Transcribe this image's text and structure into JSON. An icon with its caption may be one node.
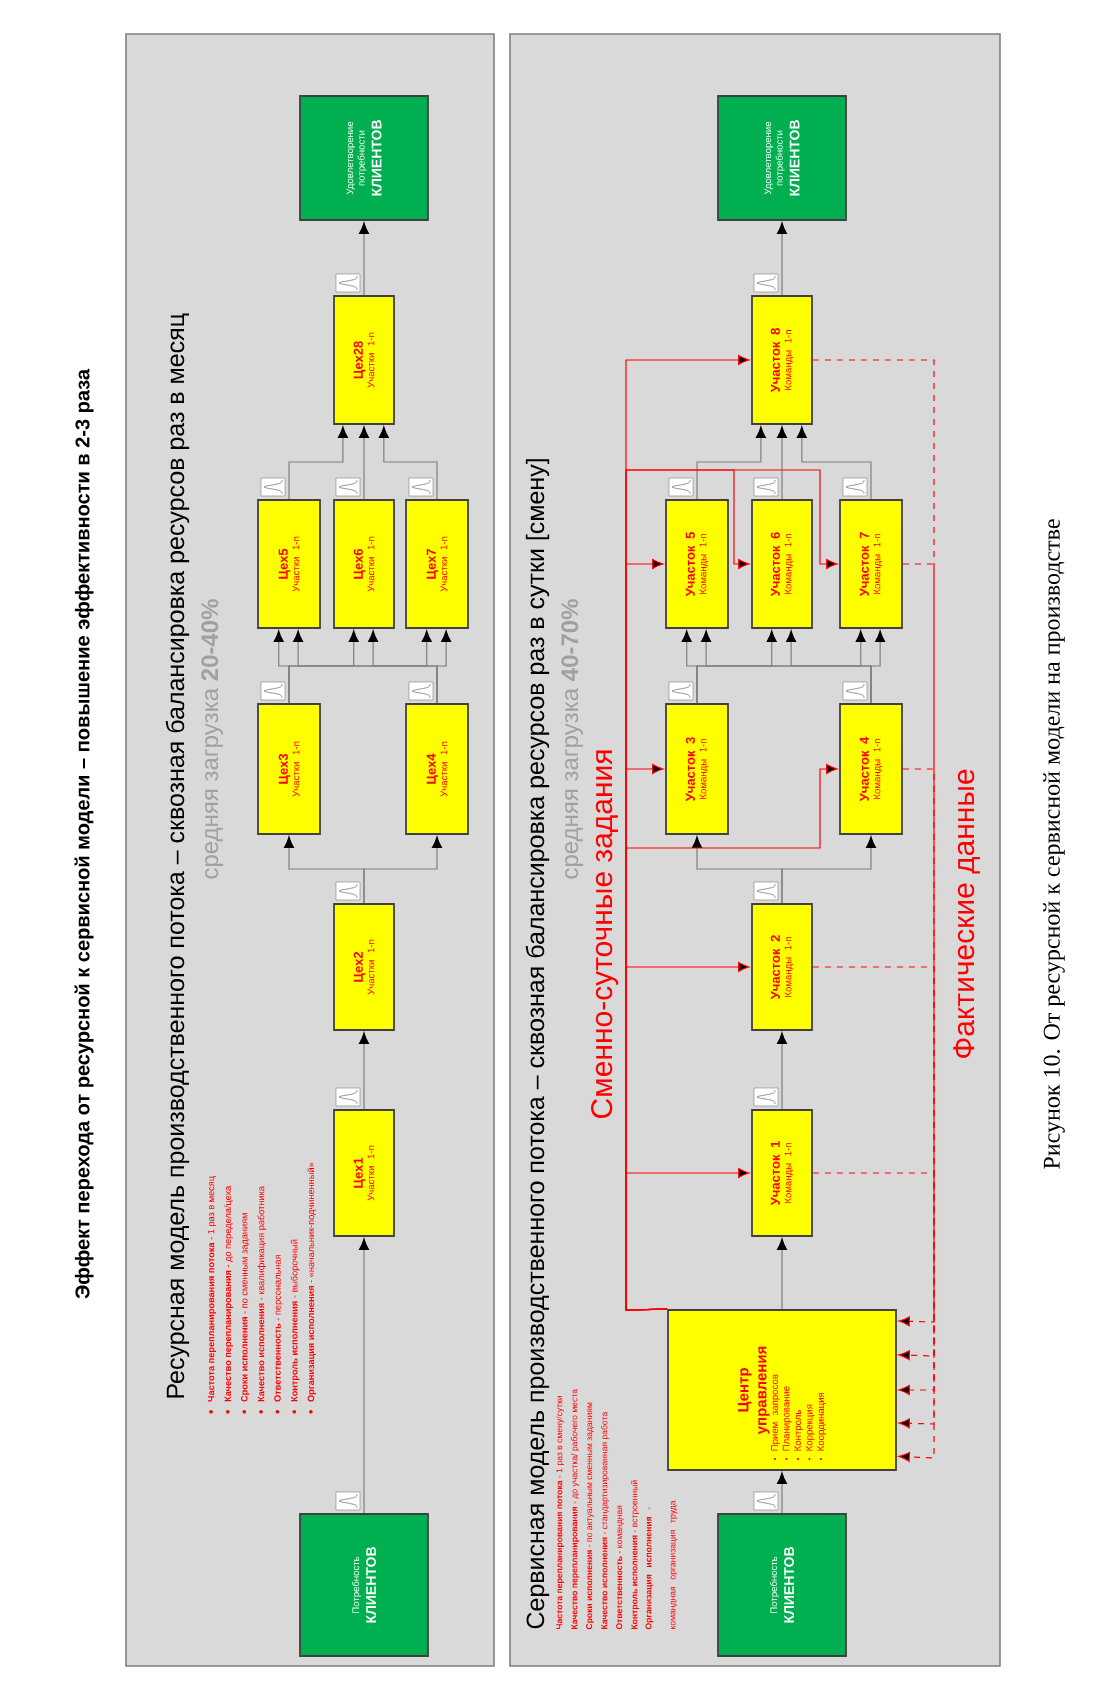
{
  "diagram": {
    "title": "Эффект перехода от ресурсной к сервисной модели – повышение эффективности в 2-3 раза",
    "caption": "Рисунок 10. От ресурсной к сервисной модели на производстве",
    "nodes": [
      {
        "text": [
          "Ресурсная модель производственного потока – сквозная балансировка ресурсов раз в месяц",
          "средняя загрузка **20-40%**"
        ]
      },
      {
        "text": [
          "Потребность",
          "КЛИЕНТОВ"
        ],
        "in": 0
      },
      {
        "text": [
          "Цех1",
          "Участки 1-n"
        ],
        "in": 0
      },
      {
        "text": [
          "Цех2",
          "Участки 1-n"
        ],
        "in": 0
      },
      {
        "text": [
          "Цех3",
          "Участки 1-n"
        ],
        "in": 0
      },
      {
        "text": [
          "Цех4",
          "Участки 1-n"
        ],
        "in": 0
      },
      {
        "text": [
          "Цех5",
          "Участки 1-n"
        ],
        "in": 0
      },
      {
        "text": [
          "Цех6",
          "Участки 1-n"
        ],
        "in": 0
      },
      {
        "text": [
          "Цех7",
          "Участки 1-n"
        ],
        "in": 0
      },
      {
        "text": [
          "Цех28",
          "Участки 1-n"
        ],
        "in": 0
      },
      {
        "text": [
          "Удовлетворение потребности",
          "КЛИЕНТОВ"
        ],
        "in": 0
      },
      {
        "text": [
          "Сервисная модель производственного потока – сквозная балансировка ресурсов раз в сутки [смену]",
          "средняя загрузка **40-70%**"
        ]
      },
      {
        "text": [
          "Потребность",
          "КЛИЕНТОВ"
        ],
        "in": 11
      },
      {
        "text": [
          "Центр управления",
          "Прием запросов",
          "Планирование",
          "Контроль",
          "Коррекция",
          "Координация"
        ],
        "in": 11
      },
      {
        "text": [
          "Участок 1",
          "Команды 1-n"
        ],
        "in": 11
      },
      {
        "text": [
          "Участок 2",
          "Команды 1-n"
        ],
        "in": 11
      },
      {
        "text": [
          "Участок 3",
          "Команды 1-n"
        ],
        "in": 11
      },
      {
        "text": [
          "Участок 4",
          "Команды 1-n"
        ],
        "in": 11
      },
      {
        "text": [
          "Участок 5",
          "Команды 1-n"
        ],
        "in": 11
      },
      {
        "text": [
          "Участок 6",
          "Команды 1-n"
        ],
        "in": 11
      },
      {
        "text": [
          "Участок 7",
          "Команды 1-n"
        ],
        "in": 11
      },
      {
        "text": [
          "Участок 8",
          "Команды 1-n"
        ],
        "in": 11
      },
      {
        "text": [
          "Удовлетворение потребности",
          "КЛИЕНТОВ"
        ],
        "in": 11
      }
    ],
    "edges": [
      {
        "from": 1,
        "to": 2,
        "arrow": "to"
      },
      {
        "from": 2,
        "to": 3,
        "arrow": "to"
      },
      {
        "from": 3,
        "to": 4,
        "arrow": "to"
      },
      {
        "from": 3,
        "to": 5,
        "arrow": "to"
      },
      {
        "from": 4,
        "to": 6,
        "arrow": "to"
      },
      {
        "from": 4,
        "to": 7,
        "arrow": "to"
      },
      {
        "from": 4,
        "to": 8,
        "arrow": "to"
      },
      {
        "from": 5,
        "to": 6,
        "arrow": "to"
      },
      {
        "from": 5,
        "to": 7,
        "arrow": "to"
      },
      {
        "from": 5,
        "to": 8,
        "arrow": "to"
      },
      {
        "from": 6,
        "to": 9,
        "arrow": "to"
      },
      {
        "from": 7,
        "to": 9,
        "arrow": "to"
      },
      {
        "from": 8,
        "to": 9,
        "arrow": "to"
      },
      {
        "from": 9,
        "to": 10,
        "arrow": "to"
      },
      {
        "from": 12,
        "to": 13,
        "arrow": "to"
      },
      {
        "from": 13,
        "to": 14,
        "arrow": "to"
      },
      {
        "from": 14,
        "to": 15,
        "arrow": "to"
      },
      {
        "from": 15,
        "to": 16,
        "arrow": "to"
      },
      {
        "from": 15,
        "to": 17,
        "arrow": "to"
      },
      {
        "from": 16,
        "to": 18,
        "arrow": "to"
      },
      {
        "from": 16,
        "to": 19,
        "arrow": "to"
      },
      {
        "from": 16,
        "to": 20,
        "arrow": "to"
      },
      {
        "from": 17,
        "to": 18,
        "arrow": "to"
      },
      {
        "from": 17,
        "to": 19,
        "arrow": "to"
      },
      {
        "from": 17,
        "to": 20,
        "arrow": "to"
      },
      {
        "from": 18,
        "to": 21,
        "arrow": "to"
      },
      {
        "from": 19,
        "to": 21,
        "arrow": "to"
      },
      {
        "from": 20,
        "to": 21,
        "arrow": "to"
      },
      {
        "from": 21,
        "to": 22,
        "arrow": "to"
      },
      {
        "from": 13,
        "to": 14,
        "arrow": "to",
        "color": "#ff0000"
      },
      {
        "from": 13,
        "to": 15,
        "arrow": "to",
        "color": "#ff0000"
      },
      {
        "from": 13,
        "to": 16,
        "arrow": "to",
        "color": "#ff0000"
      },
      {
        "from": 13,
        "to": 17,
        "arrow": "to",
        "color": "#ff0000"
      },
      {
        "from": 13,
        "to": 18,
        "arrow": "to",
        "color": "#ff0000"
      },
      {
        "from": 13,
        "to": 19,
        "arrow": "to",
        "color": "#ff0000"
      },
      {
        "from": 13,
        "to": 20,
        "arrow": "to",
        "color": "#ff0000"
      },
      {
        "from": 13,
        "to": 21,
        "arrow": "to",
        "color": "#ff0000"
      },
      {
        "from": 14,
        "to": 13,
        "arrow": "to",
        "style": "dashed",
        "color": "#ff0000"
      },
      {
        "from": 15,
        "to": 13,
        "arrow": "to",
        "style": "dashed",
        "color": "#ff0000"
      },
      {
        "from": 17,
        "to": 13,
        "arrow": "to",
        "style": "dashed",
        "color": "#ff0000"
      },
      {
        "from": 20,
        "to": 13,
        "arrow": "to",
        "style": "dashed",
        "color": "#ff0000"
      },
      {
        "from": 21,
        "to": 13,
        "arrow": "to",
        "style": "dashed",
        "color": "#ff0000"
      }
    ],
    "labels": [
      "**Частота перепланирования потока** - 1 раз в месяц",
      "**Качество перепланирования** - до передела/цеха",
      "**Сроки исполнения** - по сменным заданиям",
      "**Качество исполнения** - квалификация работника",
      "**Ответственность** - персональная",
      "**Контроль исполнения** - выборочный",
      "**Организация исполнения** - «начальник-подчиненный»",
      "**Частота перепланирования потока** - 1 раз в смену/сутки",
      "**Качество перепланирования** - до участка/ рабочего места",
      "**Сроки исполнения** - по актуальным сменным заданиям",
      "**Качество исполнения** - стандартизированная работа",
      "**Ответственность** - командная",
      "**Контроль исполнения** - встроенный",
      "**Организация исполнения** - командная организация труда",
      "Сменно-суточные задания",
      "Фактические данные"
    ]
  }
}
